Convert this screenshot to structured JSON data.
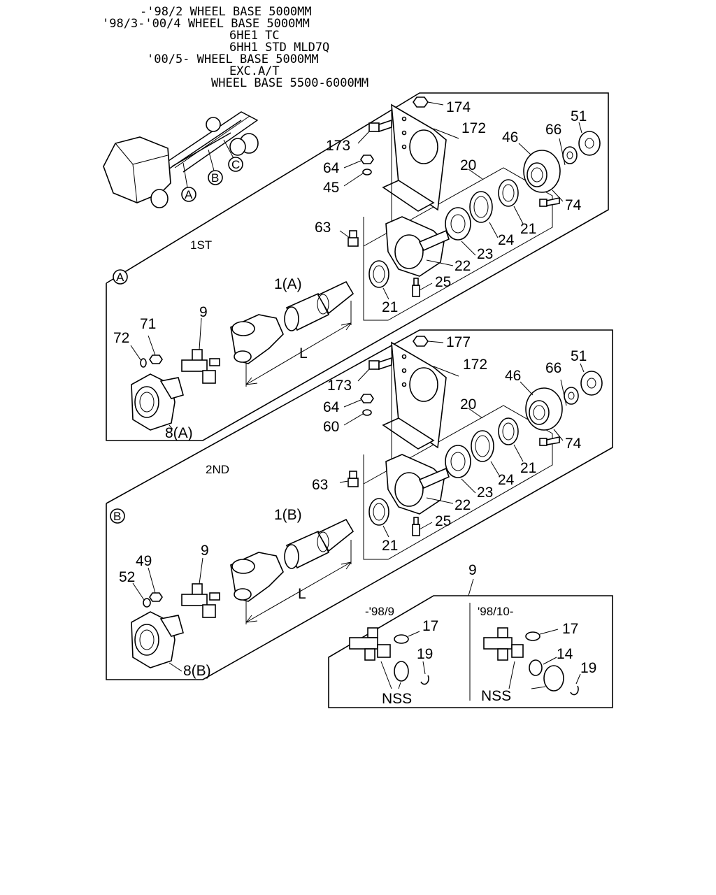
{
  "header": {
    "line1": "-'98/2 WHEEL BASE 5000MM",
    "line2": "'98/3-'00/4 WHEEL BASE 5000MM",
    "line3": "6HE1 TC",
    "line4": "6HH1 STD MLD7Q",
    "line5": "'00/5- WHEEL BASE 5000MM",
    "line6": "EXC.A/T",
    "line7": "WHEEL BASE 5500-6000MM"
  },
  "truck": {
    "point_a": "A",
    "point_b": "B",
    "point_c": "C"
  },
  "section_1st": {
    "title": "1ST",
    "marker": "A",
    "labels": {
      "p174": "174",
      "p173": "173",
      "p172": "172",
      "p64": "64",
      "p45": "45",
      "p46": "46",
      "p66": "66",
      "p51": "51",
      "p74": "74",
      "p20": "20",
      "p63": "63",
      "p21a": "21",
      "p23": "23",
      "p24": "24",
      "p22": "22",
      "p25": "25",
      "p21b": "21",
      "shaft": "1(A)",
      "p9": "9",
      "p71": "71",
      "p72": "72",
      "length": "L",
      "flange": "8(A)"
    }
  },
  "section_2nd": {
    "title": "2ND",
    "marker": "B",
    "labels": {
      "p177": "177",
      "p173": "173",
      "p172": "172",
      "p64": "64",
      "p60": "60",
      "p46": "46",
      "p66": "66",
      "p51": "51",
      "p74": "74",
      "p20": "20",
      "p63": "63",
      "p21a": "21",
      "p23": "23",
      "p24": "24",
      "p22": "22",
      "p25": "25",
      "p21b": "21",
      "shaft": "1(B)",
      "p9": "9",
      "p49": "49",
      "p52": "52",
      "length": "L",
      "flange": "8(B)"
    }
  },
  "inset": {
    "ref": "9",
    "left_title": "-'98/9",
    "right_title": "'98/10-",
    "left_p17": "17",
    "left_p19": "19",
    "left_nss": "NSS",
    "right_p17": "17",
    "right_p14": "14",
    "right_p19": "19",
    "right_nss": "NSS"
  }
}
